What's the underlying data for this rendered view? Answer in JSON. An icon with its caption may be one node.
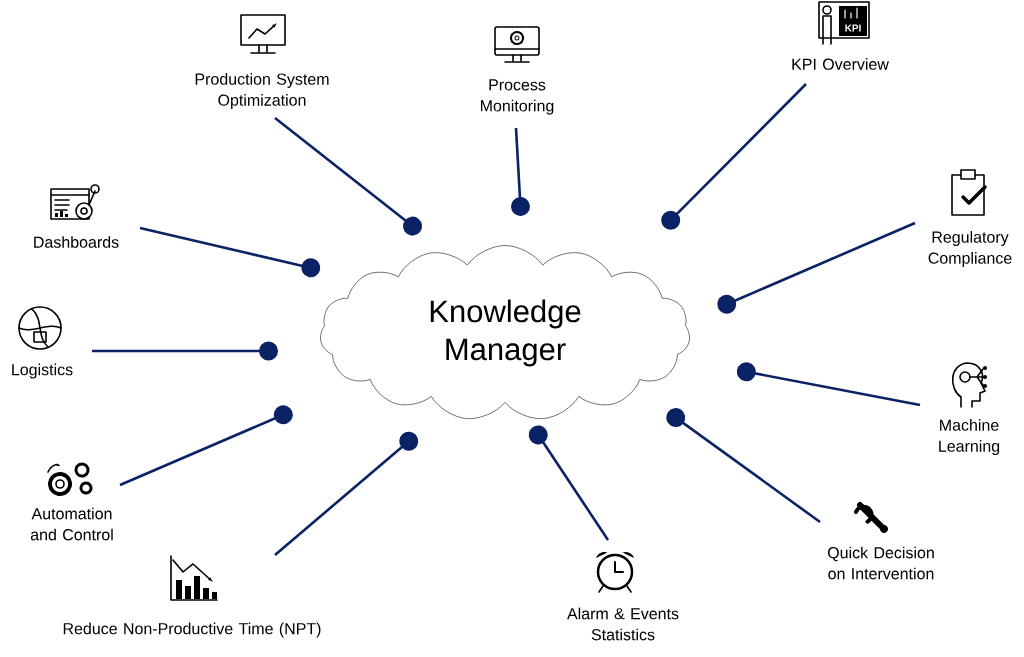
{
  "diagram": {
    "nodes": [
      {
        "text": [
          "Knowledge Manager"
        ]
      },
      {
        "text": [
          "Production System Optimization"
        ]
      },
      {
        "text": [
          "Process Monitoring"
        ]
      },
      {
        "text": [
          "KPI Overview"
        ]
      },
      {
        "text": [
          "Regulatory Compliance"
        ]
      },
      {
        "text": [
          "Machine Learning"
        ]
      },
      {
        "text": [
          "Quick Decision on Intervention"
        ]
      },
      {
        "text": [
          "Alarm & Events Statistics"
        ]
      },
      {
        "text": [
          "Reduce Non-Productive Time (NPT)"
        ]
      },
      {
        "text": [
          "Automation and Control"
        ]
      },
      {
        "text": [
          "Logistics"
        ]
      },
      {
        "text": [
          "Dashboards"
        ]
      }
    ],
    "edges": [
      {
        "from": 0,
        "to": 1,
        "arrow": "other"
      },
      {
        "from": 0,
        "to": 2,
        "arrow": "other"
      },
      {
        "from": 0,
        "to": 3,
        "arrow": "other"
      },
      {
        "from": 0,
        "to": 4,
        "arrow": "other"
      },
      {
        "from": 0,
        "to": 5,
        "arrow": "other"
      },
      {
        "from": 0,
        "to": 6,
        "arrow": "other"
      },
      {
        "from": 0,
        "to": 7,
        "arrow": "other"
      },
      {
        "from": 0,
        "to": 8,
        "arrow": "other"
      },
      {
        "from": 0,
        "to": 9,
        "arrow": "other"
      },
      {
        "from": 0,
        "to": 10,
        "arrow": "other"
      },
      {
        "from": 0,
        "to": 11,
        "arrow": "other"
      }
    ],
    "labels": [
      "KPI"
    ]
  }
}
